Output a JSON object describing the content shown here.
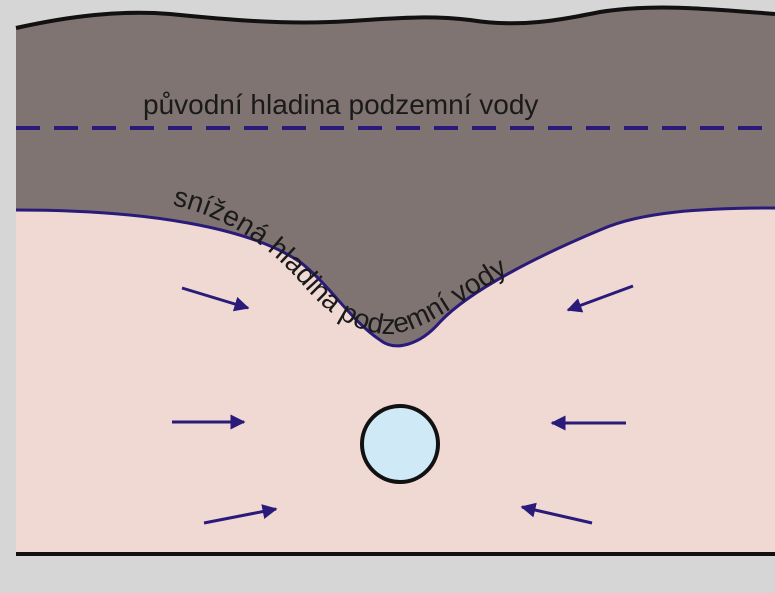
{
  "labels": {
    "original_water_table": "původní hladina podzemní vody",
    "lowered_water_table": "snížená hladina podzemní vody"
  },
  "colors": {
    "background": "#d6d6d6",
    "surface_soil": "#7f7471",
    "aquifer": "#efd9d2",
    "water_table_line": "#2a1a7a",
    "arrow": "#2a1a7a",
    "well_fill": "#cfe9f7",
    "outline": "#111111"
  },
  "flow_arrows_count": 6
}
